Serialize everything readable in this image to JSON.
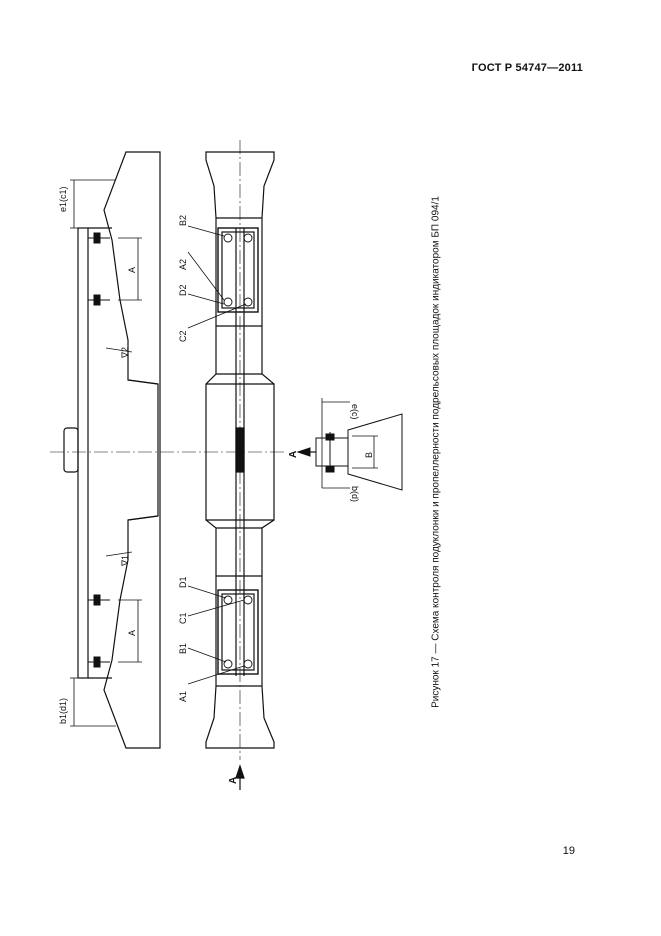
{
  "header": "ГОСТ Р 54747—2011",
  "page_number": "19",
  "caption": "Рисунок 17 — Схема контроля подуклонки и пропеллерности подрельсовых площадок индикатором БП 094/1",
  "labels": {
    "e1c1": "e1(c1)",
    "b1d1": "b1(d1)",
    "A": "A",
    "B2": "B2",
    "A2": "A2",
    "D2": "D2",
    "C2": "C2",
    "B1": "B1",
    "A1": "A1",
    "C1": "C1",
    "D1": "D1",
    "nabla2": "∇2",
    "nabla1": "∇1",
    "arrowA": "A",
    "B": "B",
    "ec": "e(c)",
    "bd": "b(d)"
  }
}
